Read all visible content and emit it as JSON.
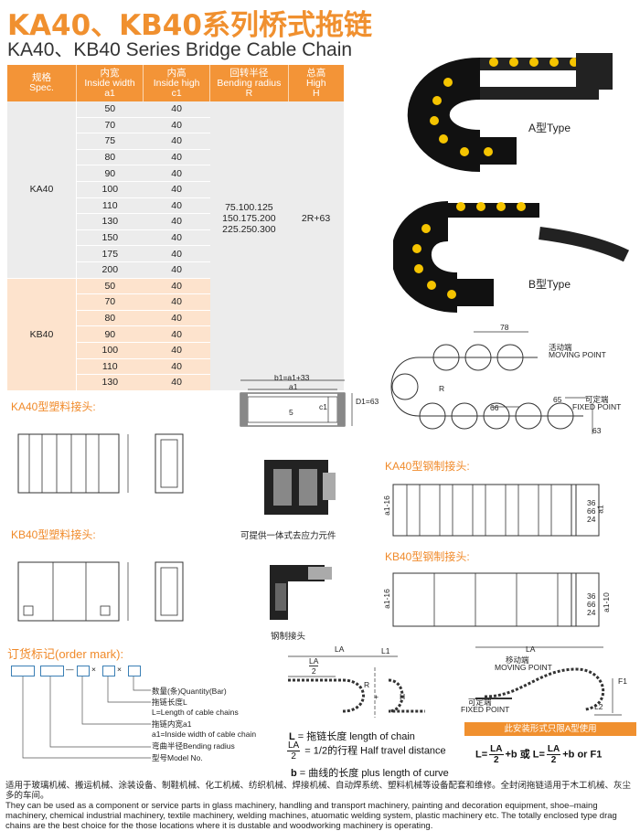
{
  "header": {
    "title_cn": "KA40、KB40系列桥式拖链",
    "title_en": "KA40、KB40 Series Bridge Cable Chain"
  },
  "table": {
    "headers": [
      [
        "规格",
        "Spec."
      ],
      [
        "内宽",
        "Inside width",
        "a1"
      ],
      [
        "内高",
        "Inside high",
        "c1"
      ],
      [
        "回转半径",
        "Bending radius",
        "R"
      ],
      [
        "总高",
        "High",
        "H"
      ]
    ],
    "groups": [
      {
        "spec": "KA40",
        "rows": [
          [
            "50",
            "40"
          ],
          [
            "70",
            "40"
          ],
          [
            "75",
            "40"
          ],
          [
            "80",
            "40"
          ],
          [
            "90",
            "40"
          ],
          [
            "100",
            "40"
          ],
          [
            "110",
            "40"
          ],
          [
            "130",
            "40"
          ],
          [
            "150",
            "40"
          ],
          [
            "175",
            "40"
          ],
          [
            "200",
            "40"
          ]
        ]
      },
      {
        "spec": "KB40",
        "rows": [
          [
            "50",
            "40"
          ],
          [
            "70",
            "40"
          ],
          [
            "80",
            "40"
          ],
          [
            "90",
            "40"
          ],
          [
            "100",
            "40"
          ],
          [
            "110",
            "40"
          ],
          [
            "130",
            "40"
          ]
        ]
      }
    ],
    "radius_lines": [
      "75.100.125",
      "150.175.200",
      "225.250.300"
    ],
    "total_height": "2R+63"
  },
  "types": {
    "a": "A型Type",
    "b": "B型Type"
  },
  "sections": {
    "ka40_plastic": "KA40型塑料接头:",
    "kb40_plastic": "KB40型塑料接头:",
    "ka40_steel": "KA40型钢制接头:",
    "kb40_steel": "KB40型钢制接头:"
  },
  "captions": {
    "stress_relief": "可提供一体式去应力元件",
    "steel_joint": "钢制接头"
  },
  "drawing_labels": {
    "b1": "b1=a1+33",
    "a1": "a1",
    "d1": "D1=63",
    "c1": "c1",
    "five": "5",
    "dim78": "78",
    "dim65": "65",
    "dim66": "66",
    "dim63": "63",
    "r": "R",
    "moving_cn": "活动端",
    "moving_en": "MOVING POINT",
    "fixed_cn": "可定端",
    "fixed_en": "FIXED POINT",
    "ka_steel_dims": [
      "36",
      "66",
      "24"
    ],
    "kb_steel_dims": [
      "36",
      "66",
      "24"
    ],
    "a1_16": "a1-16",
    "a1_10": "a1-10",
    "a1_side": "a1"
  },
  "order": {
    "title": "订货标记(order mark):",
    "separator_dash": "—",
    "separator_x": "×",
    "legend": [
      "数量(条)Quantity(Bar)",
      "拖链长度L",
      "L=Length of cable chains",
      "拖链内宽a1",
      "a1=Inside width of cable chain",
      "弯曲半径Bending radius",
      "型号Model No."
    ]
  },
  "travel": {
    "la": "LA",
    "l1": "L1",
    "la_half_num": "LA",
    "la_half_den": "2",
    "h": "H",
    "r": "R",
    "plus": "+"
  },
  "definitions": [
    {
      "sym": "L",
      "text": "= 拖链长度  length of chain"
    },
    {
      "sym_num": "LA",
      "sym_den": "2",
      "text": "= 1/2的行程  Half travel distance"
    },
    {
      "sym": "b",
      "text": "= 曲线的长度  plus length of curve"
    }
  ],
  "right_diagram": {
    "la": "LA",
    "moving_cn": "移动端",
    "moving_en": "MOVING POINT",
    "fixed_cn": "可定端",
    "fixed_en": "FIXED POINT",
    "f1": "F1",
    "l2": "L2",
    "note": "此安装形式只限A型使用"
  },
  "formula": {
    "left": "L=",
    "frac_num": "LA",
    "frac_den": "2",
    "mid": "+b 或 L=",
    "frac2_num": "LA",
    "frac2_den": "2",
    "end": "+b or F1"
  },
  "footer": {
    "cn": "适用于玻璃机械、搬运机械、涂装设备、制鞋机械、化工机械、纺织机械、焊接机械、自动焊系统、塑料机械等设备配套和维修。全封闭拖链适用于木工机械、灰尘多的车间。",
    "en": "They can be used as a component or service parts in glass machinery, handling and transport machinery, painting and decoration equipment, shoe–maing machinery, chemical industrial machinery, textile machinery, welding machines, atuomatic welding system, plastic machinery etc. The totally enclosed type drag chains are the best choice for the those locations where it is dustable and woodworking machinery is operating."
  },
  "colors": {
    "accent": "#f0902f",
    "table_gray": "#ececec",
    "table_peach": "#fde3cd",
    "order_box": "#3a7fb5"
  }
}
